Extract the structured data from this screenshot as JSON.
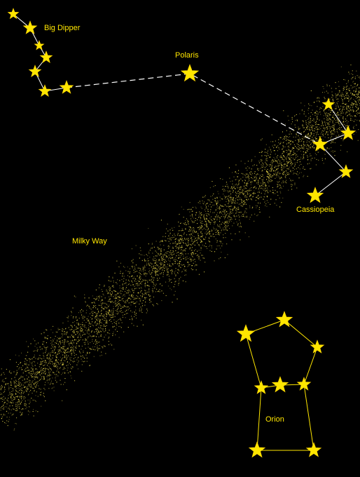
{
  "colors": {
    "background": "#000000",
    "star": "#ffe600",
    "star_stroke": "#ffd400",
    "connector": "#ffffff",
    "milky_way_dots": "#e8d84a"
  },
  "labels": {
    "big_dipper": "Big Dipper",
    "polaris": "Polaris",
    "cassiopeia": "Cassiopeia",
    "milky_way": "Milky Way",
    "orion": "Orion"
  },
  "icons": {
    "star": "five-point-star-icon"
  }
}
